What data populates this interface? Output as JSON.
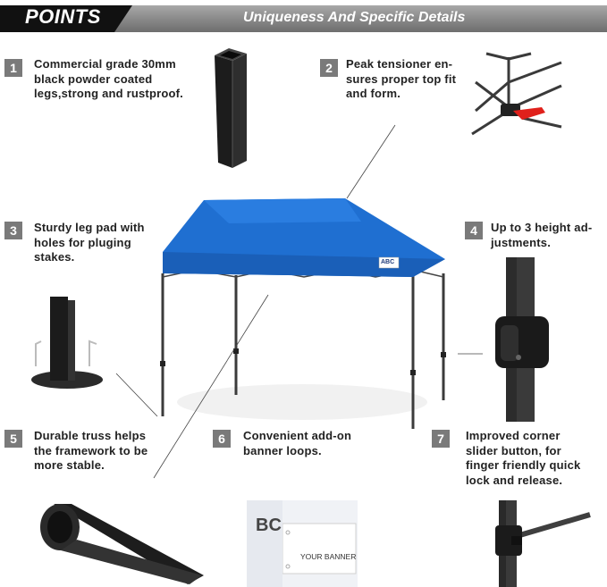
{
  "header": {
    "title": "POINTS",
    "subtitle": "Uniqueness And Specific Details"
  },
  "features": [
    {
      "num": "1",
      "text": "Commercial grade 30mm\nblack powder coated\nlegs,strong and rustproof."
    },
    {
      "num": "2",
      "text": "Peak tensioner en-\nsures proper top fit\nand form."
    },
    {
      "num": "3",
      "text": "Sturdy leg pad with\nholes for pluging\nstakes."
    },
    {
      "num": "4",
      "text": "Up to 3 height ad-\njustments."
    },
    {
      "num": "5",
      "text": "Durable truss helps\nthe framework to be\nmore stable."
    },
    {
      "num": "6",
      "text": "Convenient add-on\nbanner loops."
    },
    {
      "num": "7",
      "text": "Improved corner\nslider button, for\nfinger friendly quick\nlock and release."
    }
  ],
  "canopy": {
    "logo": "ABC",
    "color": "#1f6fd1"
  },
  "banner": {
    "logo_fragment": "BC",
    "label": "YOUR BANNER"
  },
  "colors": {
    "header_dark": "#111111",
    "header_gray": "#8c8c8c",
    "badge": "#7a7a7a",
    "tensioner": "#e0201b"
  }
}
